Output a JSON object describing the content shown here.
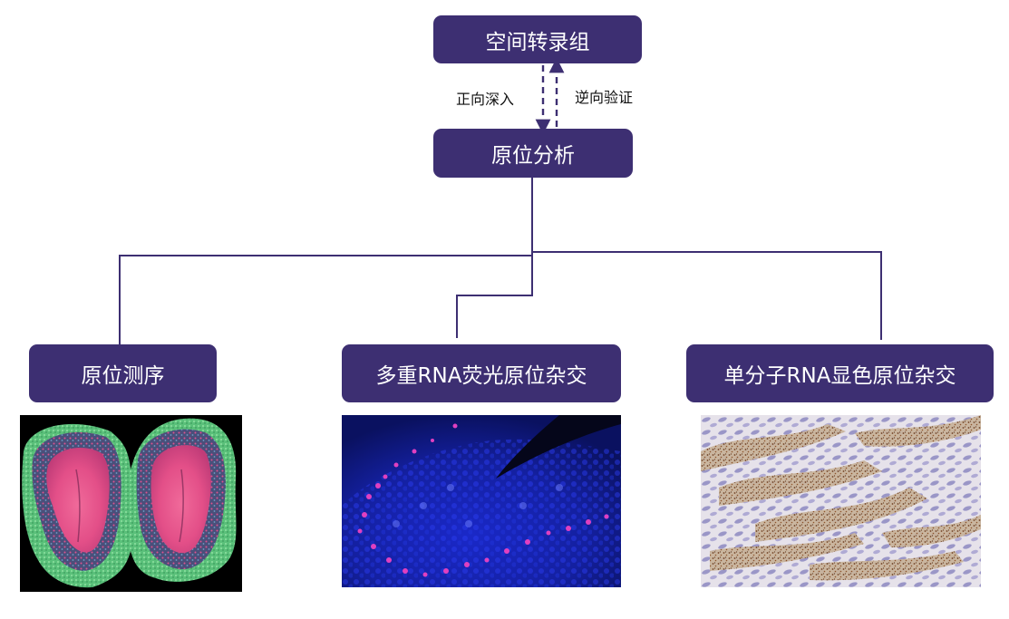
{
  "nodes": {
    "top": "空间转录组",
    "middle": "原位分析",
    "left": "原位测序",
    "center": "多重RNA荧光原位杂交",
    "right": "单分子RNA显色原位杂交"
  },
  "edges": {
    "down_label": "正向深入",
    "up_label": "逆向验证"
  },
  "colors": {
    "node_fill": "#3d2f72",
    "line": "#3d2f72"
  }
}
